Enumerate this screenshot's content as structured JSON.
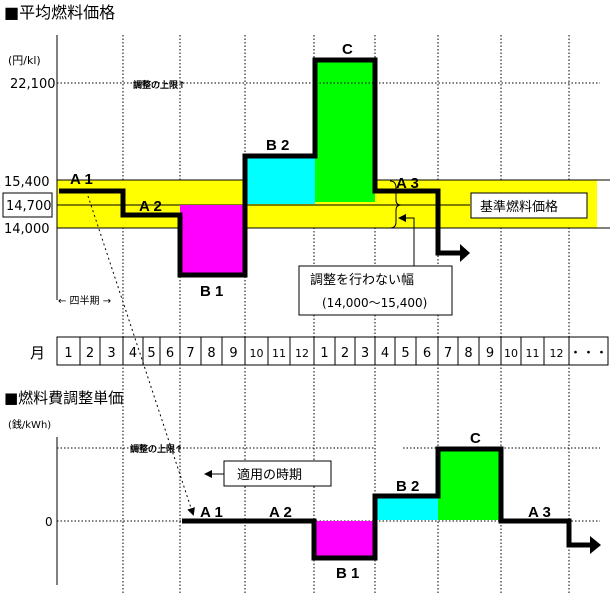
{
  "top_chart": {
    "title": "■平均燃料価格",
    "unit": "(円/kl)",
    "upper_limit_value": "22,100",
    "upper_limit_label": "調整の上限↑",
    "band_upper": "15,400",
    "base_value": "14,700",
    "band_lower": "14,000",
    "quarter_label": "← 四半期 →",
    "base_price_label": "基準燃料価格",
    "no_adjust_label": "調整を行わない幅",
    "no_adjust_range": "(14,000〜15,400)",
    "periods": {
      "A1": "A 1",
      "A2": "A 2",
      "B1": "B 1",
      "B2": "B 2",
      "C": "C",
      "A3": "A 3"
    }
  },
  "months": {
    "label": "月",
    "values": [
      "1",
      "2",
      "3",
      "4",
      "5",
      "6",
      "7",
      "8",
      "9",
      "10",
      "11",
      "12",
      "1",
      "2",
      "3",
      "4",
      "5",
      "6",
      "7",
      "8",
      "9",
      "10",
      "11",
      "12"
    ],
    "more": "・・・"
  },
  "bottom_chart": {
    "title": "■燃料費調整単価",
    "unit": "(銭/kWh)",
    "upper_limit_label": "調整の上限↑",
    "zero_label": "0",
    "apply_period_label": "適用の時期",
    "periods": {
      "A1": "A 1",
      "A2": "A 2",
      "B1": "B 1",
      "B2": "B 2",
      "C": "C",
      "A3": "A 3"
    }
  },
  "colors": {
    "band": "#ffff00",
    "low": "#ff00ff",
    "mid": "#00ffff",
    "high": "#00ff00"
  }
}
